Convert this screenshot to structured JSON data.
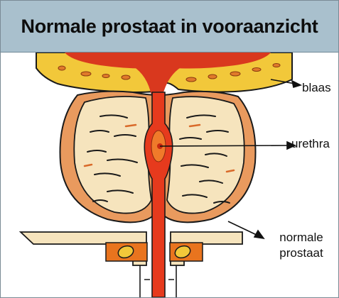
{
  "title": "Normale prostaat in vooraanzicht",
  "labels": {
    "bladder": "blaas",
    "urethra": "urethra",
    "normal_prostate_line1": "normale",
    "normal_prostate_line2": "prostaat"
  },
  "colors": {
    "title_background": "#a9c0cd",
    "bladder_tissue": "#f2c83a",
    "bladder_lumen": "#d9381e",
    "prostate_outer": "#e99a5e",
    "prostate_inner": "#f6e4bd",
    "urethra": "#e63a1d",
    "outline": "#1a1a1a"
  }
}
